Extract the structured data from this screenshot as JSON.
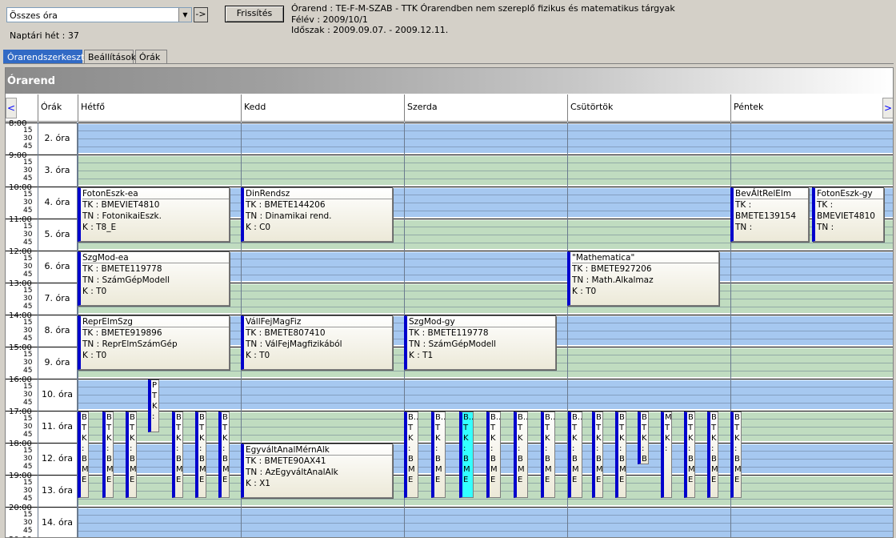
{
  "toolbar": {
    "filter_value": "Összes óra",
    "go_label": "->",
    "refresh_label": "Frissítés",
    "week_text": "Naptári hét : 37"
  },
  "info": {
    "line1": "Órarend : TE-F-M-SZAB - TTK Órarendben nem szereplő fizikus és matematikus tárgyak",
    "line2": "Félév : 2009/10/1",
    "line3": "Időszak : 2009.09.07. - 2009.12.11."
  },
  "tabs": [
    "Órarendszerkeszto",
    "Beállítások",
    "Órák"
  ],
  "panel_title": "Órarend",
  "header": {
    "col0": "Órák",
    "days": [
      "Hétfő",
      "Kedd",
      "Szerda",
      "Csütörtök",
      "Péntek"
    ],
    "prev": "<",
    "next": ">"
  },
  "hours": [
    "8:00",
    "9:00",
    "10:00",
    "11:00",
    "12:00",
    "13:00",
    "14:00",
    "15:00",
    "16:00",
    "17:00",
    "18:00",
    "19:00",
    "20:00"
  ],
  "quarter_ticks": [
    "15",
    "30",
    "45"
  ],
  "slots": [
    "2. óra",
    "3. óra",
    "4. óra",
    "5. óra",
    "6. óra",
    "7. óra",
    "8. óra",
    "9. óra",
    "10. óra",
    "11. óra",
    "12. óra",
    "13. óra",
    "14. óra"
  ],
  "colors": {
    "blue_row": "#a6c8f0",
    "green_row": "#c0dcc0",
    "accent": "#0000cc",
    "highlight": "#33ffff"
  },
  "courses": [
    {
      "lines": [
        "FotonEszk-ea",
        "TK : BMEVIET4810",
        "TN : FotonikaiEszk.",
        "K : T8_E"
      ]
    },
    {
      "lines": [
        "DinRendsz",
        "TK : BMETE144206",
        "TN : Dinamikai rend.",
        "K : C0"
      ]
    },
    {
      "lines": [
        "BevÁltRelElm",
        "TK :",
        "BMETE139154",
        "TN :"
      ]
    },
    {
      "lines": [
        "FotonEszk-gy",
        "TK :",
        "BMEVIET4810",
        "TN :"
      ]
    },
    {
      "lines": [
        "SzgMod-ea",
        "TK : BMETE119778",
        "TN : SzámGépModell",
        "K : T0"
      ]
    },
    {
      "lines": [
        "\"Mathematica\"",
        "TK : BMETE927206",
        "TN : Math.Alkalmaz",
        "K : T0"
      ]
    },
    {
      "lines": [
        "ReprElmSzg",
        "TK : BMETE919896",
        "TN : ReprElmSzámGép",
        "K : T0"
      ]
    },
    {
      "lines": [
        "VállFejMagFiz",
        "TK : BMETE807410",
        "TN : VálFejMagfizikából",
        "K : T0"
      ]
    },
    {
      "lines": [
        "SzgMod-gy",
        "TK : BMETE119778",
        "TN : SzámGépModell",
        "K : T1"
      ]
    },
    {
      "lines": [
        "EgyváltAnalMérnAlk",
        "TK : BMETE90AX41",
        "TN : AzEgyváltAnalAlk",
        "K : X1"
      ]
    }
  ],
  "mini_blocks": [
    {
      "text": "P\nT\nK\n:"
    },
    {
      "text": "B\nT\nK\n:\nB\nM\nE"
    },
    {
      "text": "B\nT\nK\n:\nB\nM\nE"
    },
    {
      "text": "B\nT\nK\n:\nB\nM\nE"
    },
    {
      "text": "B\nT\nK\n:\nB\nM\nE"
    },
    {
      "text": "B\nT\nK\n:\nB\nM\nE"
    },
    {
      "text": "B\nT\nK\n:\nB\nM\nE"
    },
    {
      "text": "B..\nT\nK\n:\nB\nM\nE"
    },
    {
      "text": "B..\nT\nK\n:\nB\nM\nE"
    },
    {
      "text": "B..\nT\nK\n:\nB\nM\nE"
    },
    {
      "text": "B..\nT\nK\n:\nB\nM\nE"
    },
    {
      "text": "B..\nT\nK\n:\nB\nM\nE"
    },
    {
      "text": "B..\nT\nK\n:\nB\nM\nE"
    },
    {
      "text": "B..\nT\nK\n:\nB\nM\nE"
    },
    {
      "text": "B\nT\nK\n:\nB\nM\nE"
    },
    {
      "text": "B\nT\nK\n:\nB\nM\nE"
    },
    {
      "text": "B\nT\nK\n:\nB\nM\nE"
    },
    {
      "text": "M\nT\nK\n:"
    },
    {
      "text": "B\nT\nK\n:\nB\nM\nE"
    },
    {
      "text": "B\nT\nK\n:\nB\nM\nE"
    },
    {
      "text": "B\nT\nK\n:\nB\nM\nE"
    }
  ]
}
